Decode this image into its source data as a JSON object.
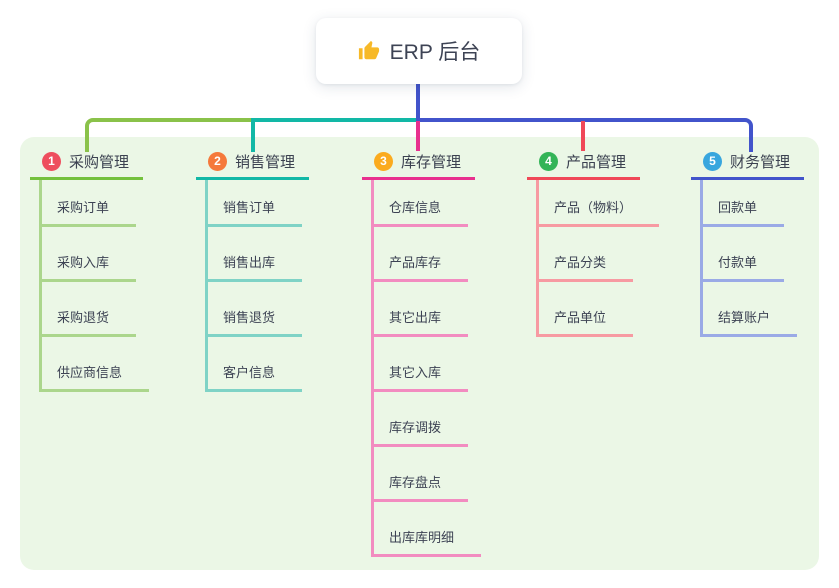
{
  "root": {
    "title": "ERP 后台",
    "icon": "thumbs-up-icon",
    "icon_color": "#f7b928"
  },
  "panel": {
    "background": "#ebf7e6"
  },
  "connector_colors": {
    "root_stem": "#4254cb",
    "branch_1": "#8ac24a",
    "branch_2": "#12b8a6",
    "branch_3": "#e8308e",
    "branch_4": "#f04858",
    "branch_5": "#4254cb"
  },
  "text_color": "#3d4354",
  "branches": [
    {
      "number": "1",
      "label": "采购管理",
      "badge_color": "#ee4e5e",
      "line_color": "#74c13d",
      "item_line_color": "#abd68c",
      "items": [
        "采购订单",
        "采购入库",
        "采购退货",
        "供应商信息"
      ]
    },
    {
      "number": "2",
      "label": "销售管理",
      "badge_color": "#f5793b",
      "line_color": "#12b8a6",
      "item_line_color": "#7fd3c6",
      "items": [
        "销售订单",
        "销售出库",
        "销售退货",
        "客户信息"
      ]
    },
    {
      "number": "3",
      "label": "库存管理",
      "badge_color": "#fbab1e",
      "line_color": "#e8308e",
      "item_line_color": "#f28cc0",
      "items": [
        "仓库信息",
        "产品库存",
        "其它出库",
        "其它入库",
        "库存调拨",
        "库存盘点",
        "出库库明细"
      ]
    },
    {
      "number": "4",
      "label": "产品管理",
      "badge_color": "#33b457",
      "line_color": "#f04858",
      "item_line_color": "#f79aa2",
      "items": [
        "产品（物料）",
        "产品分类",
        "产品单位"
      ]
    },
    {
      "number": "5",
      "label": "财务管理",
      "badge_color": "#38a6de",
      "line_color": "#4254cb",
      "item_line_color": "#9aaae6",
      "items": [
        "回款单",
        "付款单",
        "结算账户"
      ]
    }
  ]
}
